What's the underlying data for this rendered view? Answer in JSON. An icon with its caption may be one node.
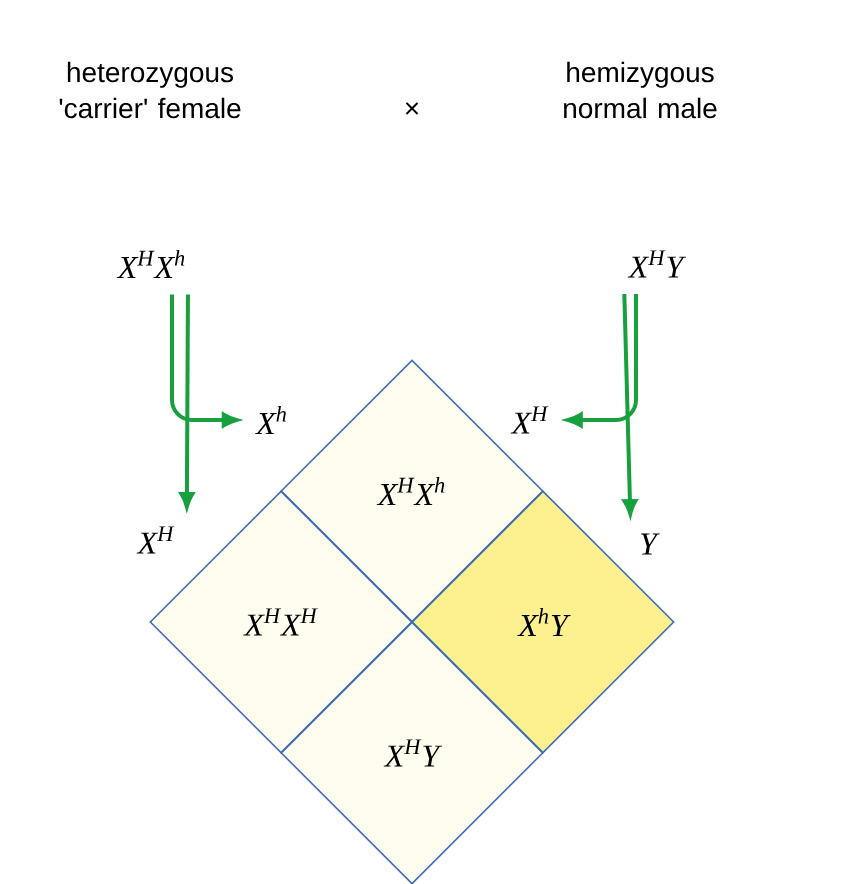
{
  "diagram": {
    "nodes": [
      {
        "text": [
          "X$^{H}$X$^{h}$"
        ]
      },
      {
        "text": [
          "X$^{H}$Y"
        ]
      },
      {
        "text": [
          "X$^{h}$"
        ]
      },
      {
        "text": [
          "X$^{H}$"
        ]
      },
      {
        "text": [
          "X$^{H}$"
        ]
      },
      {
        "text": [
          "Y"
        ]
      },
      {
        "text": [
          "X$^{H}$X$^{h}$"
        ]
      },
      {
        "text": [
          "X$^{H}$X$^{H}$"
        ]
      },
      {
        "text": [
          "X$^{h}$Y"
        ]
      },
      {
        "text": [
          "X$^{H}$Y"
        ]
      }
    ],
    "edges": [
      {
        "from": 0,
        "to": 4,
        "arrow": "to"
      },
      {
        "from": 0,
        "to": 2,
        "arrow": "to"
      },
      {
        "from": 1,
        "to": 3,
        "arrow": "to"
      },
      {
        "from": 1,
        "to": 5,
        "arrow": "to"
      }
    ],
    "labels": [
      "heterozygous 'carrier' female",
      "×",
      "hemizygous normal male"
    ]
  }
}
